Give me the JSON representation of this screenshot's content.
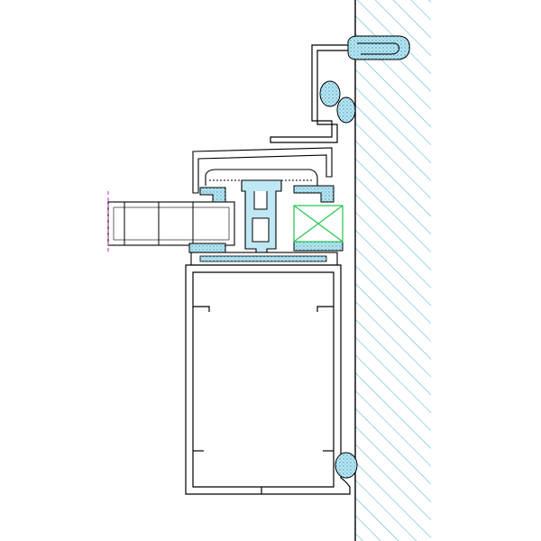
{
  "drawing": {
    "colors": {
      "background": "#ffffff",
      "outline": "#000000",
      "wall_hatch": "#4fb6cf",
      "wall_edge": "#000000",
      "seal_fill": "#b9e7f3",
      "seal_dots": "#3a8fb0",
      "spacer_block": "#2fc85a",
      "thermal_insert": "#bfe8f4",
      "panel_edge": "#d04bd0"
    },
    "elements": [
      {
        "id": "wall",
        "kind": "masonry wall section",
        "hatch": "diagonal"
      },
      {
        "id": "flashing",
        "kind": "Z-shaped cover flashing"
      },
      {
        "id": "upper-seal",
        "kind": "wall seal gasket"
      },
      {
        "id": "lower-seal",
        "kind": "wall seal gasket"
      },
      {
        "id": "top-cap",
        "kind": "top cap profile"
      },
      {
        "id": "glazing-panel",
        "kind": "multiwall polycarbonate panel",
        "cells": 4
      },
      {
        "id": "thermal-break",
        "kind": "thermal break insert"
      },
      {
        "id": "spacer-block",
        "kind": "spacer block",
        "marking": "cross"
      },
      {
        "id": "main-frame",
        "kind": "hollow aluminium frame profile"
      }
    ]
  }
}
